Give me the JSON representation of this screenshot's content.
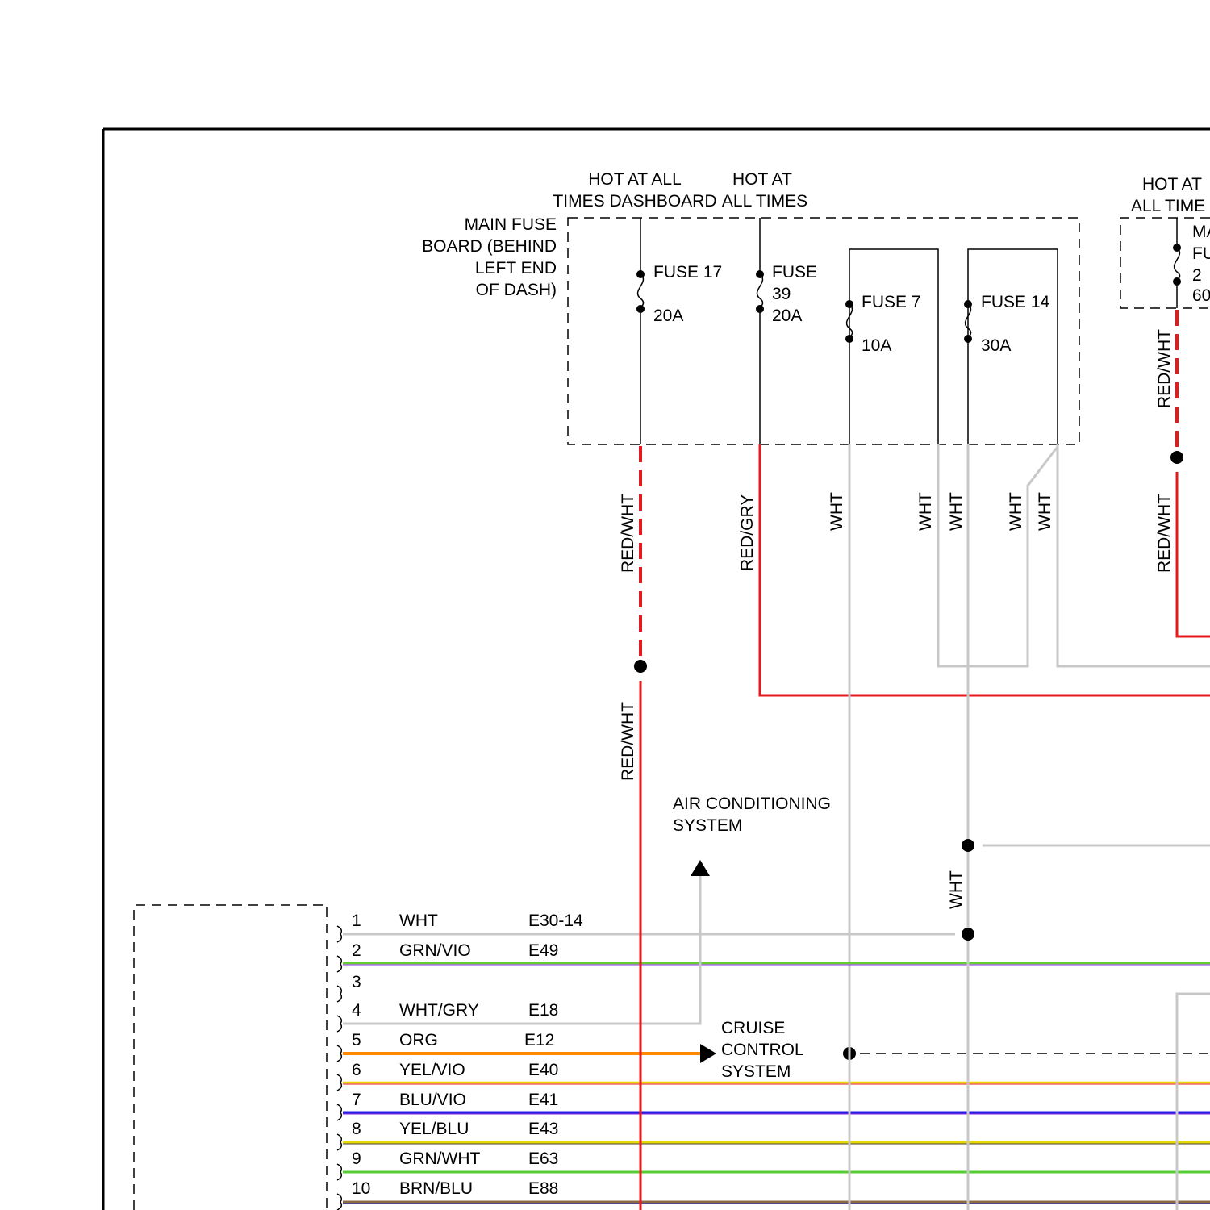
{
  "header": {
    "hot_dashboard_line1": "HOT AT ALL",
    "hot_dashboard_line2": "TIMES DASHBOARD",
    "hot_all_line1": "HOT AT",
    "hot_all_line2": "ALL TIMES",
    "hot_right_line1": "HOT AT",
    "hot_right_line2": "ALL TIME"
  },
  "fuse_board": {
    "label_lines": [
      "MAIN FUSE",
      "BOARD (BEHIND",
      "LEFT END",
      "OF DASH)"
    ],
    "fuse17": {
      "name": "FUSE 17",
      "rating": "20A"
    },
    "fuse39": {
      "name1": "FUSE",
      "name2": "39",
      "rating": "20A"
    },
    "fuse7": {
      "name": "FUSE 7",
      "rating": "10A"
    },
    "fuse14": {
      "name": "FUSE 14",
      "rating": "30A"
    }
  },
  "right_fuse": {
    "lines": [
      "MA",
      "FU",
      "2",
      "60"
    ]
  },
  "wire_labels": {
    "red_wht": "RED/WHT",
    "red_gry": "RED/GRY",
    "wht": "WHT"
  },
  "systems": {
    "ac_line1": "AIR CONDITIONING",
    "ac_line2": "SYSTEM",
    "cruise_line1": "CRUISE",
    "cruise_line2": "CONTROL",
    "cruise_line3": "SYSTEM"
  },
  "connector_pins": [
    {
      "pin": "1",
      "color_label": "WHT",
      "terminal": "E30-14",
      "wire_color": "#c8c8c8"
    },
    {
      "pin": "2",
      "color_label": "GRN/VIO",
      "terminal": "E49",
      "wire_color": "#66cc33"
    },
    {
      "pin": "3",
      "color_label": "",
      "terminal": "",
      "wire_color": ""
    },
    {
      "pin": "4",
      "color_label": "WHT/GRY",
      "terminal": "E18",
      "wire_color": "#c8c8c8"
    },
    {
      "pin": "5",
      "color_label": "ORG",
      "terminal": "E12",
      "wire_color": "#ff8800"
    },
    {
      "pin": "6",
      "color_label": "YEL/VIO",
      "terminal": "E40",
      "wire_color": "#e8d800"
    },
    {
      "pin": "7",
      "color_label": "BLU/VIO",
      "terminal": "E41",
      "wire_color": "#2222dd"
    },
    {
      "pin": "8",
      "color_label": "YEL/BLU",
      "terminal": "E43",
      "wire_color": "#e8d800"
    },
    {
      "pin": "9",
      "color_label": "GRN/WHT",
      "terminal": "E63",
      "wire_color": "#55cc33"
    },
    {
      "pin": "10",
      "color_label": "BRN/BLU",
      "terminal": "E88",
      "wire_color": "#8a6a40"
    }
  ],
  "colors": {
    "red_wire": "#e8191c",
    "white_wire": "#c8c8c8",
    "frame": "#000000"
  }
}
